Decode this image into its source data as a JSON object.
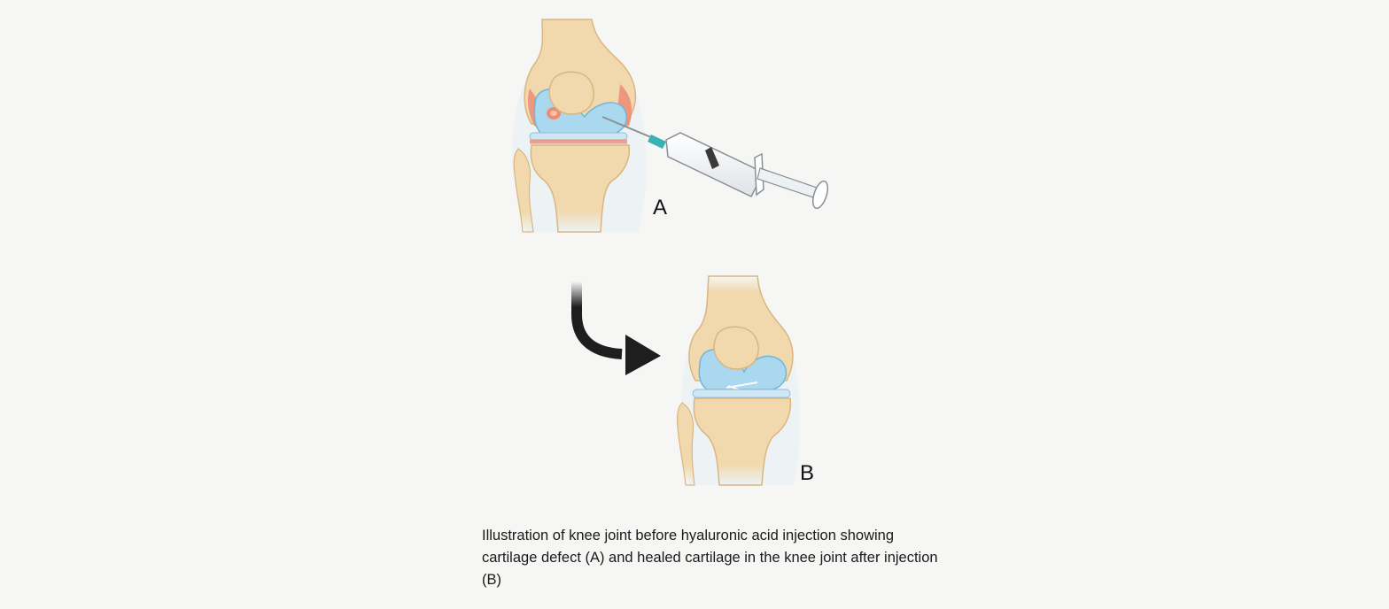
{
  "labels": {
    "a": "A",
    "b": "B"
  },
  "caption": "Illustration of knee joint before hyaluronic acid injection showing cartilage defect (A) and healed cartilage in the knee joint after injection (B)",
  "colors": {
    "background": "#f6f6f5",
    "bone": "#f1d9ad",
    "bone_shadow": "#d9b681",
    "cartilage": "#aad8ef",
    "cartilage_dark": "#6fb6db",
    "inflammation": "#ef8b74",
    "needle_tip": "#38b2b5",
    "arrow": "#1e1e1e"
  },
  "icons": {
    "syringe": "syringe-icon",
    "arrow": "curved-arrow-icon"
  }
}
